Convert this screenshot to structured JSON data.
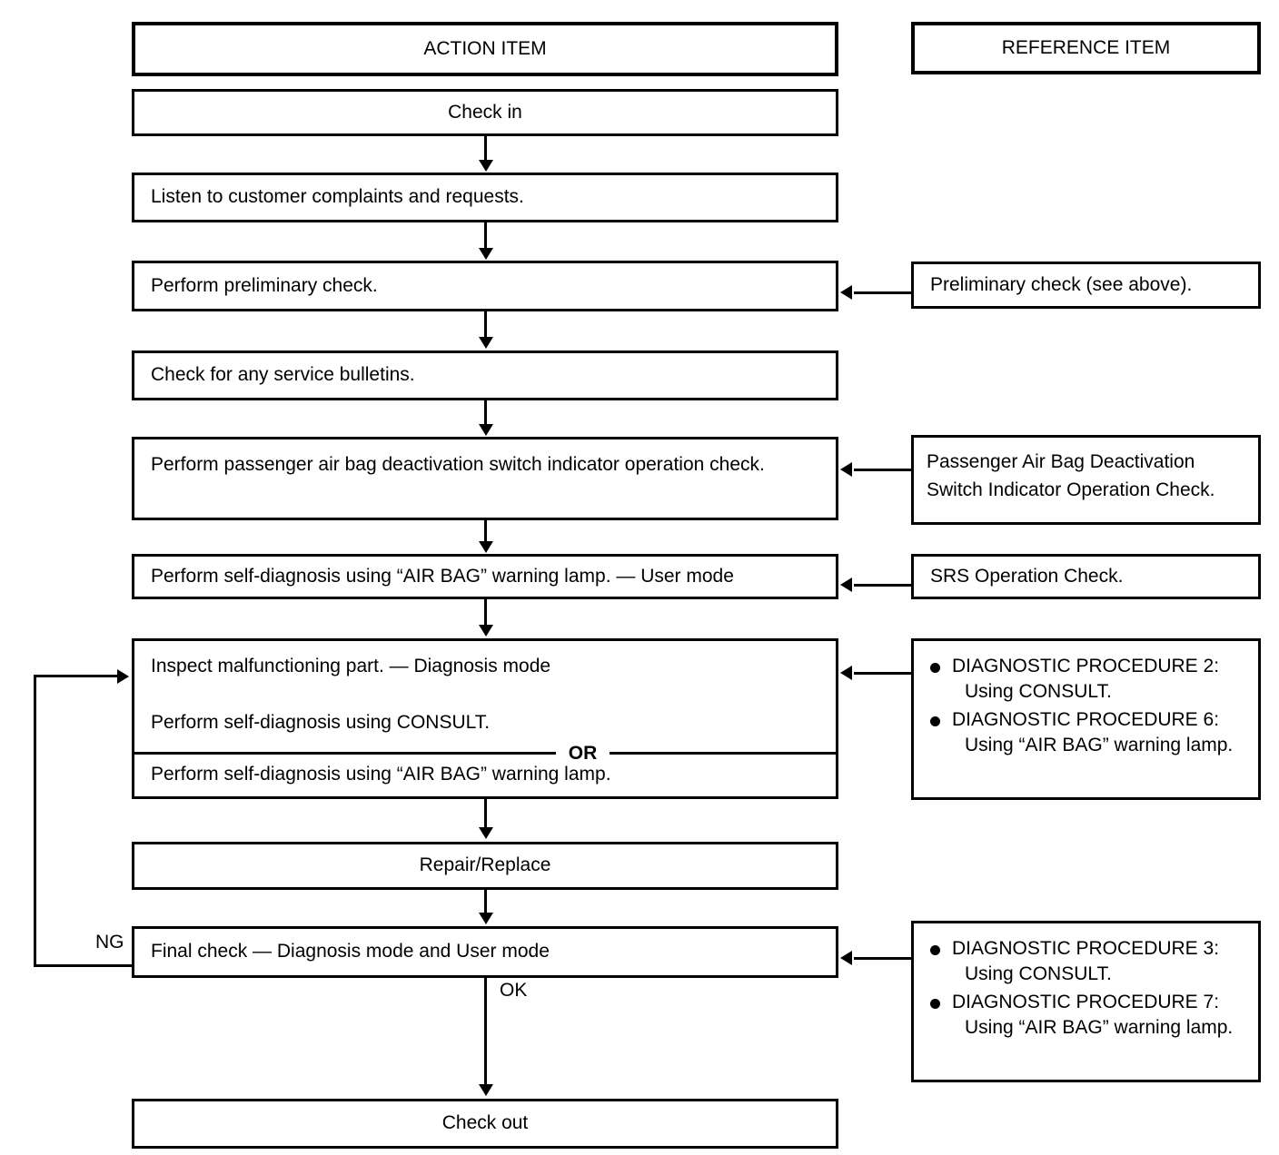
{
  "headers": {
    "action": "ACTION ITEM",
    "reference": "REFERENCE ITEM"
  },
  "action_items": [
    {
      "id": "check-in",
      "label": "Check in"
    },
    {
      "id": "listen",
      "label": "Listen to customer complaints and requests."
    },
    {
      "id": "preliminary-check",
      "label": "Perform preliminary check."
    },
    {
      "id": "service-bulletins",
      "label": "Check for any service bulletins."
    },
    {
      "id": "pad-switch-check",
      "label": "Perform passenger air bag deactivation switch indicator operation check."
    },
    {
      "id": "self-diag-user",
      "label": "Perform self-diagnosis using “AIR BAG” warning lamp. — User mode"
    },
    {
      "id": "inspect-part",
      "label": "Inspect malfunctioning part. — Diagnosis mode"
    },
    {
      "id": "self-diag-consult",
      "label": "Perform self-diagnosis using CONSULT."
    },
    {
      "id": "or-divider",
      "label": "OR"
    },
    {
      "id": "self-diag-lamp",
      "label": "Perform self-diagnosis using “AIR BAG” warning lamp."
    },
    {
      "id": "repair-replace",
      "label": "Repair/Replace"
    },
    {
      "id": "final-check",
      "label": "Final check — Diagnosis mode and User mode"
    },
    {
      "id": "check-out",
      "label": "Check out"
    }
  ],
  "reference_items": [
    {
      "id": "ref-preliminary",
      "lines": [
        "Preliminary check (see above)."
      ]
    },
    {
      "id": "ref-pad-switch",
      "lines": [
        "Passenger Air Bag Deactivation",
        "Switch Indicator Operation Check."
      ]
    },
    {
      "id": "ref-srs",
      "lines": [
        "SRS Operation Check."
      ]
    },
    {
      "id": "ref-diag-2-6",
      "bullets": [
        {
          "head": "DIAGNOSTIC PROCEDURE 2:",
          "sub": "Using CONSULT."
        },
        {
          "head": "DIAGNOSTIC PROCEDURE 6:",
          "sub": "Using “AIR BAG” warning lamp."
        }
      ]
    },
    {
      "id": "ref-diag-3-7",
      "bullets": [
        {
          "head": "DIAGNOSTIC PROCEDURE 3:",
          "sub": "Using CONSULT."
        },
        {
          "head": "DIAGNOSTIC PROCEDURE 7:",
          "sub": "Using “AIR BAG” warning lamp."
        }
      ]
    }
  ],
  "edge_labels": {
    "ng": "NG",
    "ok": "OK"
  },
  "colors": {
    "line": "#000000",
    "background": "#ffffff"
  }
}
